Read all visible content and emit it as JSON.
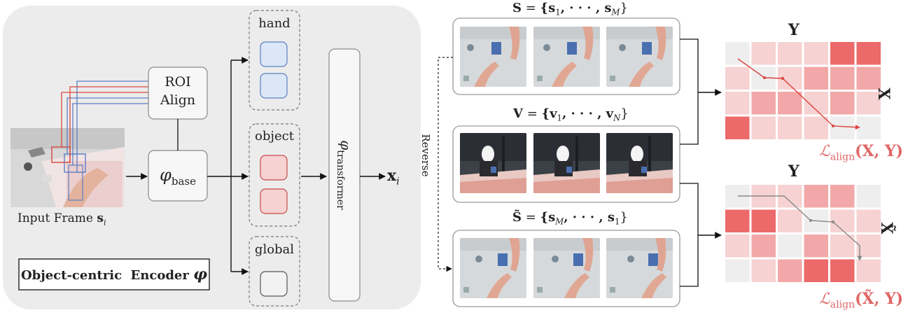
{
  "encoder": {
    "title": "Object-centric  Encoder",
    "title_symbol": "φ",
    "input_caption": "Input Frame",
    "input_symbol": "s",
    "input_sub": "i",
    "roi_line1": "ROI",
    "roi_line2": "Align",
    "base_symbol": "φ",
    "base_sub": "base",
    "groups": [
      {
        "label": "hand",
        "color": "#dbe7f6",
        "stroke": "#5b7fc4"
      },
      {
        "label": "object",
        "color": "#f6d2d2",
        "stroke": "#c94a4a"
      },
      {
        "label": "global",
        "color": "#f2f2f2",
        "stroke": "#555555"
      }
    ],
    "transformer_symbol": "φ",
    "transformer_sub": "transformer",
    "output_symbol": "x",
    "output_sub": "i"
  },
  "sequences": {
    "reverse_label": "Reverse",
    "s_label": {
      "lhs": "S",
      "rhs": "{s",
      "sub1": "1",
      "mid": ", · · · , s",
      "subM": "M",
      "end": "}"
    },
    "v_label": {
      "lhs": "V",
      "rhs": "{v",
      "sub1": "1",
      "mid": ", · · · , v",
      "subN": "N",
      "end": "}"
    },
    "s_rev_label": {
      "lhs": "S̃",
      "rhs": "{s",
      "subM": "M",
      "mid": ", · · · , s",
      "sub1": "1",
      "end": "}"
    }
  },
  "alignment": {
    "top": {
      "col_label": "Y",
      "row_label": "X",
      "loss_prefix": "ℒ",
      "loss_sub": "align",
      "loss_args": "(X, Y)",
      "grid": [
        [
          0,
          1,
          1,
          1,
          3,
          3
        ],
        [
          1,
          0,
          1,
          2,
          2,
          2
        ],
        [
          1,
          2,
          2,
          1,
          2,
          1
        ],
        [
          3,
          1,
          1,
          1,
          0,
          0
        ]
      ]
    },
    "bottom": {
      "col_label": "Y",
      "row_label": "X̃",
      "loss_prefix": "ℒ",
      "loss_sub": "align",
      "loss_args": "(X̃, Y)",
      "grid": [
        [
          0,
          1,
          1,
          2,
          2,
          0
        ],
        [
          3,
          3,
          1,
          0,
          1,
          1
        ],
        [
          1,
          2,
          0,
          2,
          1,
          1
        ],
        [
          0,
          1,
          2,
          3,
          3,
          1
        ]
      ]
    },
    "shade_colors": [
      "#eeeeee",
      "#f6d2d2",
      "#f2a8a8",
      "#ec6a6a"
    ],
    "path_color_top": "#d9453f",
    "path_color_bottom": "#888888"
  }
}
